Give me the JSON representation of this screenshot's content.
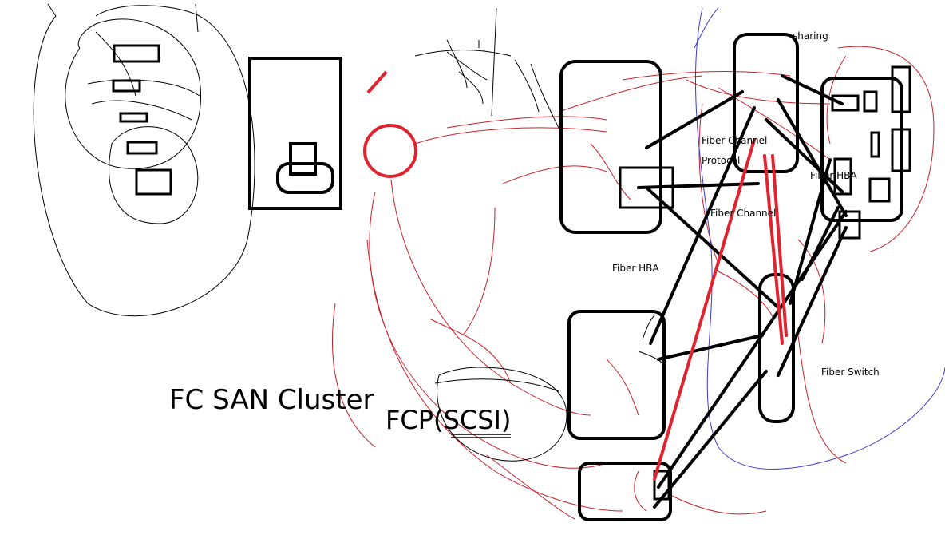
{
  "colors": {
    "ink": "#000000",
    "red": "#e0242f",
    "thin_red": "#c8202a",
    "blue": "#3a3ad0"
  },
  "labels": {
    "sharing": "sharing",
    "fiber_channel_protocol_line1": "Fiber Channel",
    "fiber_channel_protocol_line2": "Protocol",
    "fiber_hba_right": "Fiber HBA",
    "fiber_channel": "Fiber Channel",
    "fiber_hba_left": "Fiber HBA",
    "fiber_switch": "Fiber  Switch",
    "fc_san_cluster": "FC SAN Cluster",
    "fcp_scsi": "FCP(SCSI)"
  }
}
